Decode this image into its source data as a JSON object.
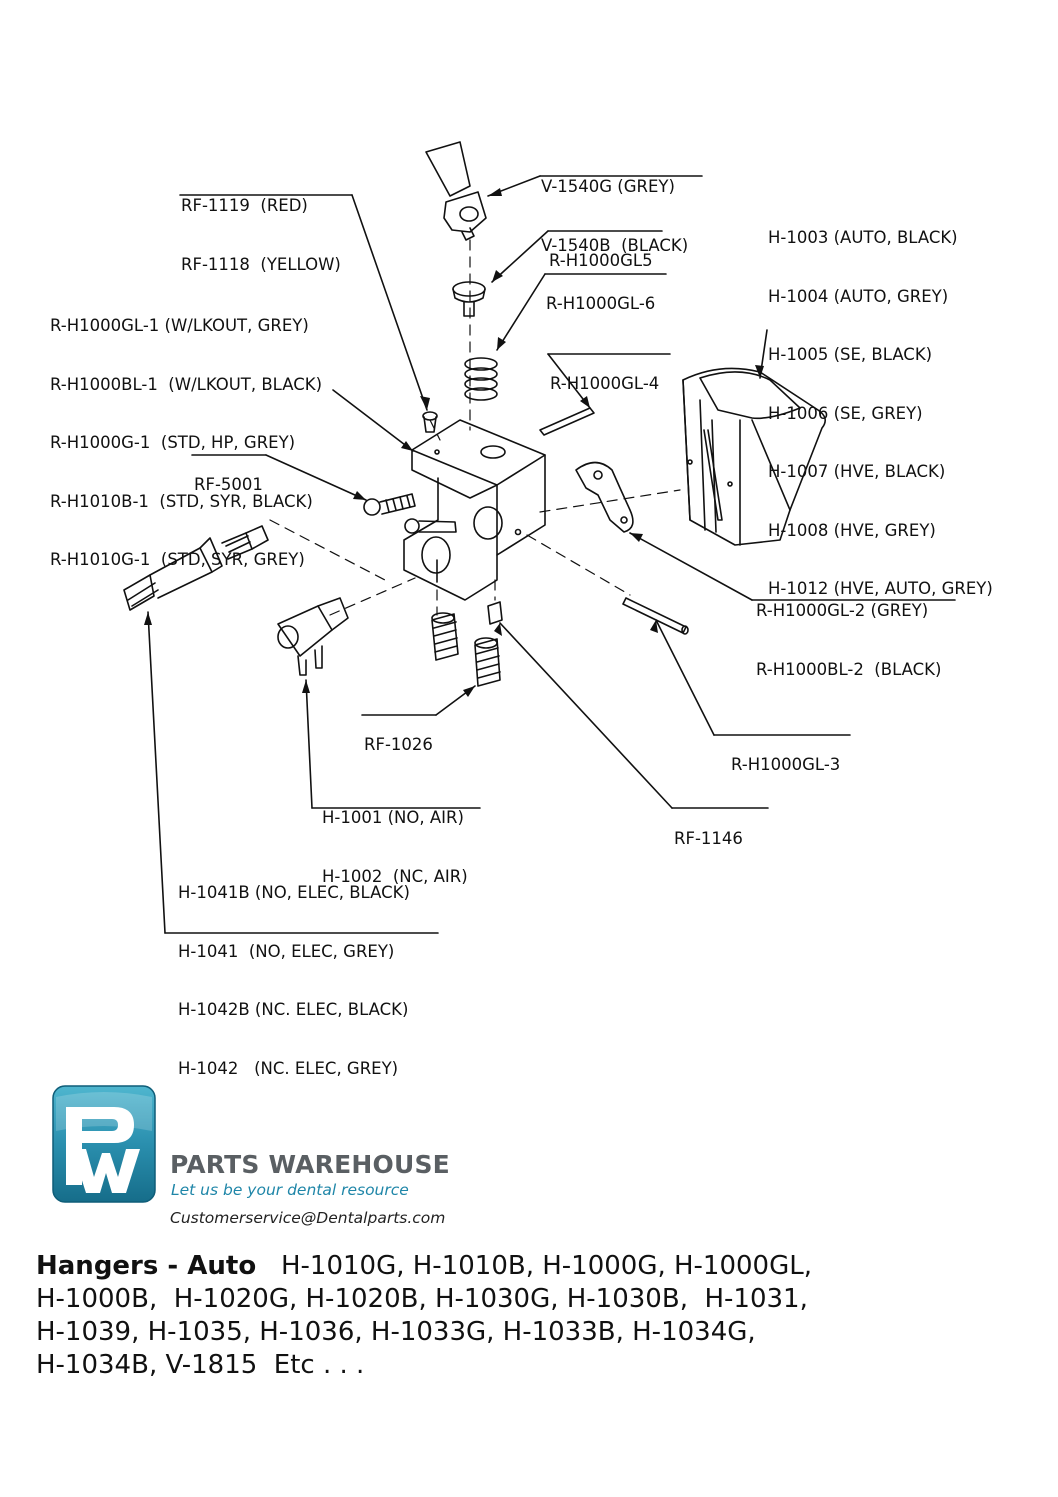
{
  "labels": {
    "rf1119": [
      "RF-1119  (RED)",
      "RF-1118  (YELLOW)"
    ],
    "v1540": [
      "V-1540G (GREY)",
      "V-1540B  (BLACK)"
    ],
    "h1003": [
      "H-1003 (AUTO, BLACK)",
      "H-1004 (AUTO, GREY)",
      "H-1005 (SE, BLACK)",
      "H-1006 (SE, GREY)",
      "H-1007 (HVE, BLACK)",
      "H-1008 (HVE, GREY)",
      "H-1012 (HVE, AUTO, GREY)"
    ],
    "gl5": [
      "R-H1000GL5"
    ],
    "gl6": [
      "R-H1000GL-6"
    ],
    "gl1": [
      "R-H1000GL-1 (W/LKOUT, GREY)",
      "R-H1000BL-1  (W/LKOUT, BLACK)",
      "R-H1000G-1  (STD, HP, GREY)",
      "R-H1010B-1  (STD, SYR, BLACK)",
      "R-H1010G-1  (STD, SYR, GREY)"
    ],
    "gl4": [
      "R-H1000GL-4"
    ],
    "rf5001": [
      "RF-5001"
    ],
    "gl2": [
      "R-H1000GL-2 (GREY)",
      "R-H1000BL-2  (BLACK)"
    ],
    "rf1026": [
      "RF-1026"
    ],
    "gl3": [
      "R-H1000GL-3"
    ],
    "h1001": [
      "H-1001 (NO, AIR)",
      "H-1002  (NC, AIR)"
    ],
    "rf1146": [
      "RF-1146"
    ],
    "h1041": [
      "H-1041B (NO, ELEC, BLACK)",
      "H-1041  (NO, ELEC, GREY)",
      "H-1042B (NC. ELEC, BLACK)",
      "H-1042   (NC. ELEC, GREY)"
    ]
  },
  "logo": {
    "letters": "PW",
    "brand": "PARTS WAREHOUSE",
    "tagline": "Let us be your dental resource",
    "email": "Customerservice@Dentalparts.com",
    "colors": {
      "tile": "#2a8fae",
      "brand": "#5a5f63",
      "tagline": "#1f86a8"
    }
  },
  "footer": {
    "title": "Hangers - Auto",
    "lines": [
      "   H-1010G, H-1010B, H-1000G, H-1000GL,",
      "H-1000B,  H-1020G, H-1020B, H-1030G, H-1030B,  H-1031,",
      "H-1039, H-1035, H-1036, H-1033G, H-1033B, H-1034G,",
      "H-1034B, V-1815  Etc . . ."
    ]
  }
}
